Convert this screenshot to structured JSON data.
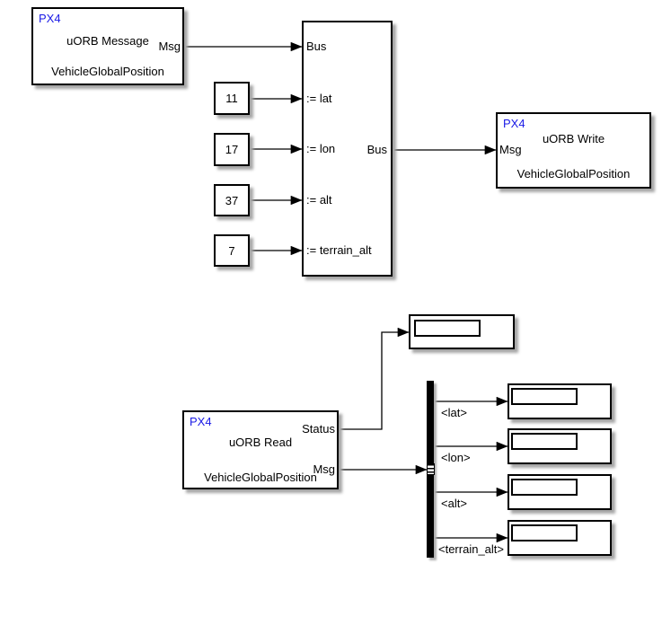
{
  "diagram": {
    "uorb_message": {
      "tag": "PX4",
      "title": "uORB Message",
      "port_msg": "Msg",
      "subtitle": "VehicleGlobalPosition"
    },
    "bus_assignment": {
      "port_bus_in": "Bus",
      "port_lat": ":= lat",
      "port_lon": ":= lon",
      "port_alt": ":= alt",
      "port_terrain": ":= terrain_alt",
      "port_bus_out": "Bus"
    },
    "constants": [
      {
        "value": "11"
      },
      {
        "value": "17"
      },
      {
        "value": "37"
      },
      {
        "value": "7"
      }
    ],
    "uorb_write": {
      "tag": "PX4",
      "title": "uORB Write",
      "port_msg": "Msg",
      "subtitle": "VehicleGlobalPosition"
    },
    "uorb_read": {
      "tag": "PX4",
      "title": "uORB Read",
      "port_status": "Status",
      "port_msg": "Msg",
      "subtitle": "VehicleGlobalPosition"
    },
    "signal_labels": [
      "<lat>",
      "<lon>",
      "<alt>",
      "<terrain_alt>"
    ],
    "displays": {
      "status_value": "",
      "lat_value": "",
      "lon_value": "",
      "alt_value": "",
      "terrain_value": ""
    },
    "colors": {
      "px4_blue": "#1a1ae6",
      "wire": "#000000",
      "block_background": "#ffffff",
      "block_border": "#000000",
      "shadow": "#a6a6a6",
      "canvas_background": "#ffffff"
    }
  }
}
